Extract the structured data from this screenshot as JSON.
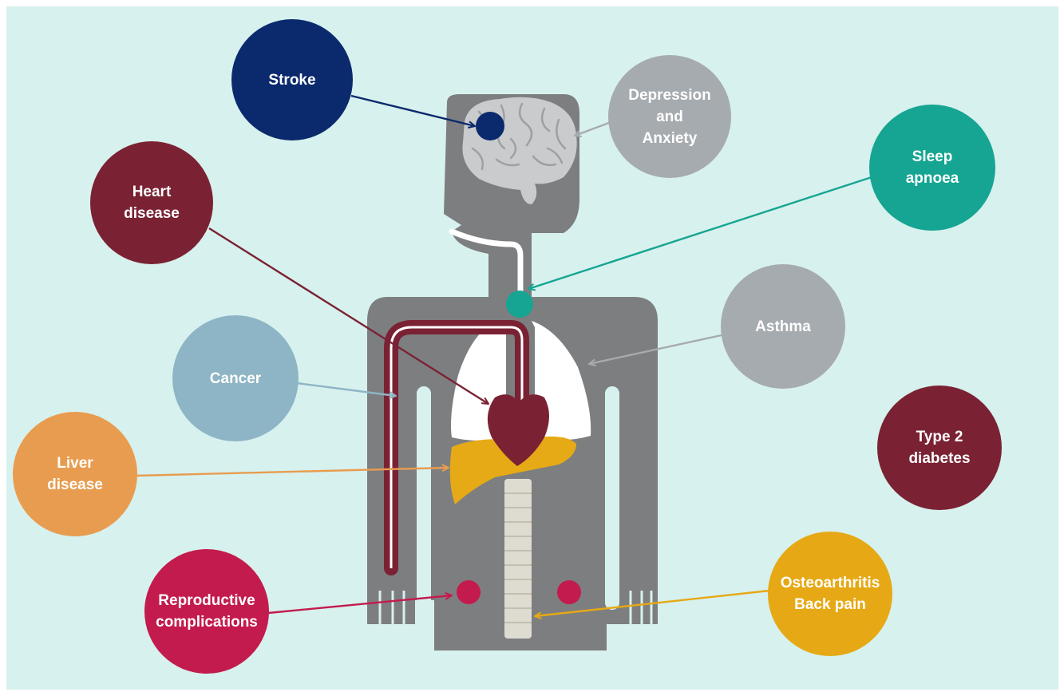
{
  "colors": {
    "background": "#d7f1ee",
    "body_gray": "#7d7e80",
    "brain": "#c9cbcd",
    "navy": "#0b2a6d",
    "maroon": "#7a2233",
    "teal": "#15a592",
    "light_gray": "#a6abaf",
    "light_blue": "#8eb5c5",
    "orange": "#e89c4f",
    "crimson": "#c31b4d",
    "gold": "#e6a915",
    "liver": "#e6aa17",
    "lungs": "#ffffff",
    "spine": "#dedbd0"
  },
  "conditions": [
    {
      "id": "stroke",
      "label": "Stroke",
      "color": "#0b2a6d",
      "organ": "brain-spot"
    },
    {
      "id": "depression",
      "label": "Depression\nand\nAnxiety",
      "color": "#a6abaf",
      "organ": "brain"
    },
    {
      "id": "sleep-apnoea",
      "label": "Sleep\napnoea",
      "color": "#15a592",
      "organ": "throat"
    },
    {
      "id": "heart-disease",
      "label": "Heart\ndisease",
      "color": "#7a2233",
      "organ": "heart"
    },
    {
      "id": "asthma",
      "label": "Asthma",
      "color": "#a6abaf",
      "organ": "lungs"
    },
    {
      "id": "cancer",
      "label": "Cancer",
      "color": "#8eb5c5",
      "organ": "body"
    },
    {
      "id": "type-2-diabetes",
      "label": "Type 2\ndiabetes",
      "color": "#7a2233",
      "organ": "none"
    },
    {
      "id": "liver-disease",
      "label": "Liver\ndisease",
      "color": "#e89c4f",
      "organ": "liver"
    },
    {
      "id": "reproductive",
      "label": "Reproductive\ncomplications",
      "color": "#c31b4d",
      "organ": "reproductive-organs"
    },
    {
      "id": "osteoarthritis",
      "label": "Osteoarthritis\nBack pain",
      "color": "#e6a915",
      "organ": "spine"
    }
  ]
}
